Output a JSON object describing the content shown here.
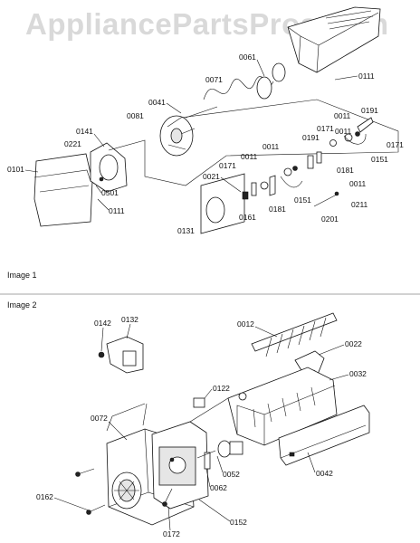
{
  "watermark": "AppliancePartsPros.com",
  "sections": [
    {
      "label": "Image 1"
    },
    {
      "label": "Image 2"
    }
  ],
  "parts": [
    "0061",
    "0071",
    "0111",
    "0041",
    "0081",
    "0141",
    "0221",
    "0101",
    "0501",
    "0111",
    "0011",
    "0191",
    "0171",
    "0011",
    "0151",
    "0011",
    "0171",
    "0191",
    "0011",
    "0181",
    "0011",
    "0021",
    "0171",
    "0161",
    "0181",
    "0151",
    "0211",
    "0201",
    "0131",
    "0142",
    "0132",
    "0012",
    "0022",
    "0032",
    "0122",
    "0072",
    "0052",
    "0062",
    "0042",
    "0162",
    "0172",
    "0152"
  ],
  "colors": {
    "line": "#111111",
    "watermark": "#d9d9d9",
    "divider": "#888888"
  }
}
